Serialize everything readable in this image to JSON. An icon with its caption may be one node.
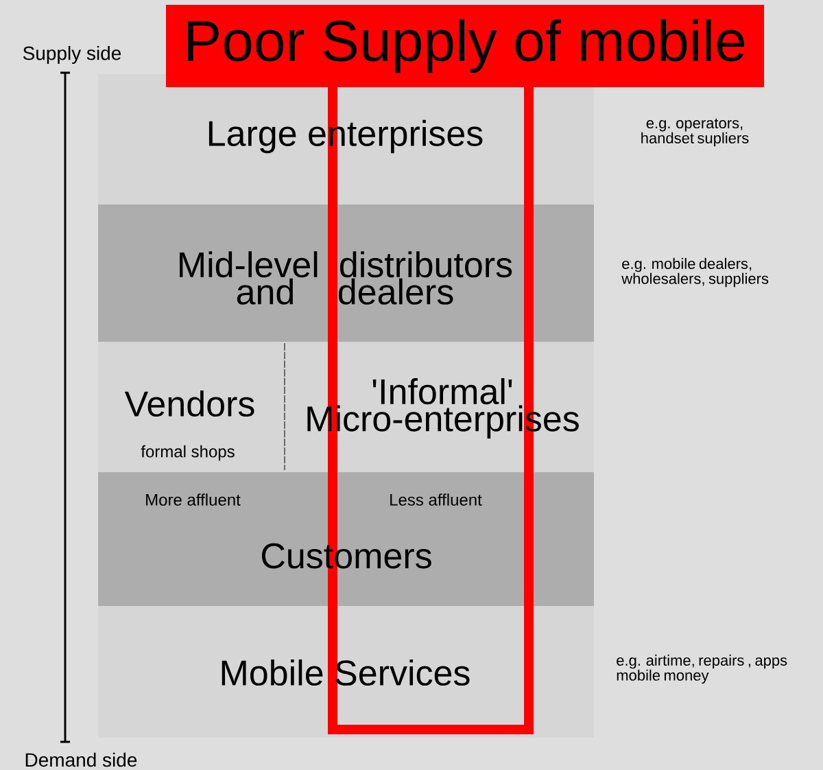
{
  "diagram": {
    "nodes": [
      {
        "text": [
          "Poor Supply of mobile"
        ]
      },
      {
        "text": [
          "Large enterprises"
        ],
        "beside": [
          "e.g. operators, handset supliers"
        ]
      },
      {
        "text": [
          "Mid-level distributors and dealers"
        ],
        "beside": [
          "e.g. mobile dealers, wholesalers, suppliers"
        ]
      },
      {
        "text": [
          "Vendors",
          "formal shops"
        ]
      },
      {
        "text": [
          "'Informal' Micro-enterprises"
        ]
      },
      {
        "text": [
          "More affluent",
          "Less affluent",
          "Customers"
        ]
      },
      {
        "text": [
          "Mobile Services"
        ],
        "beside": [
          "e.g. airtime, repairs , apps mobile money"
        ]
      }
    ],
    "labels": [
      "Supply side",
      "Demand side"
    ]
  }
}
